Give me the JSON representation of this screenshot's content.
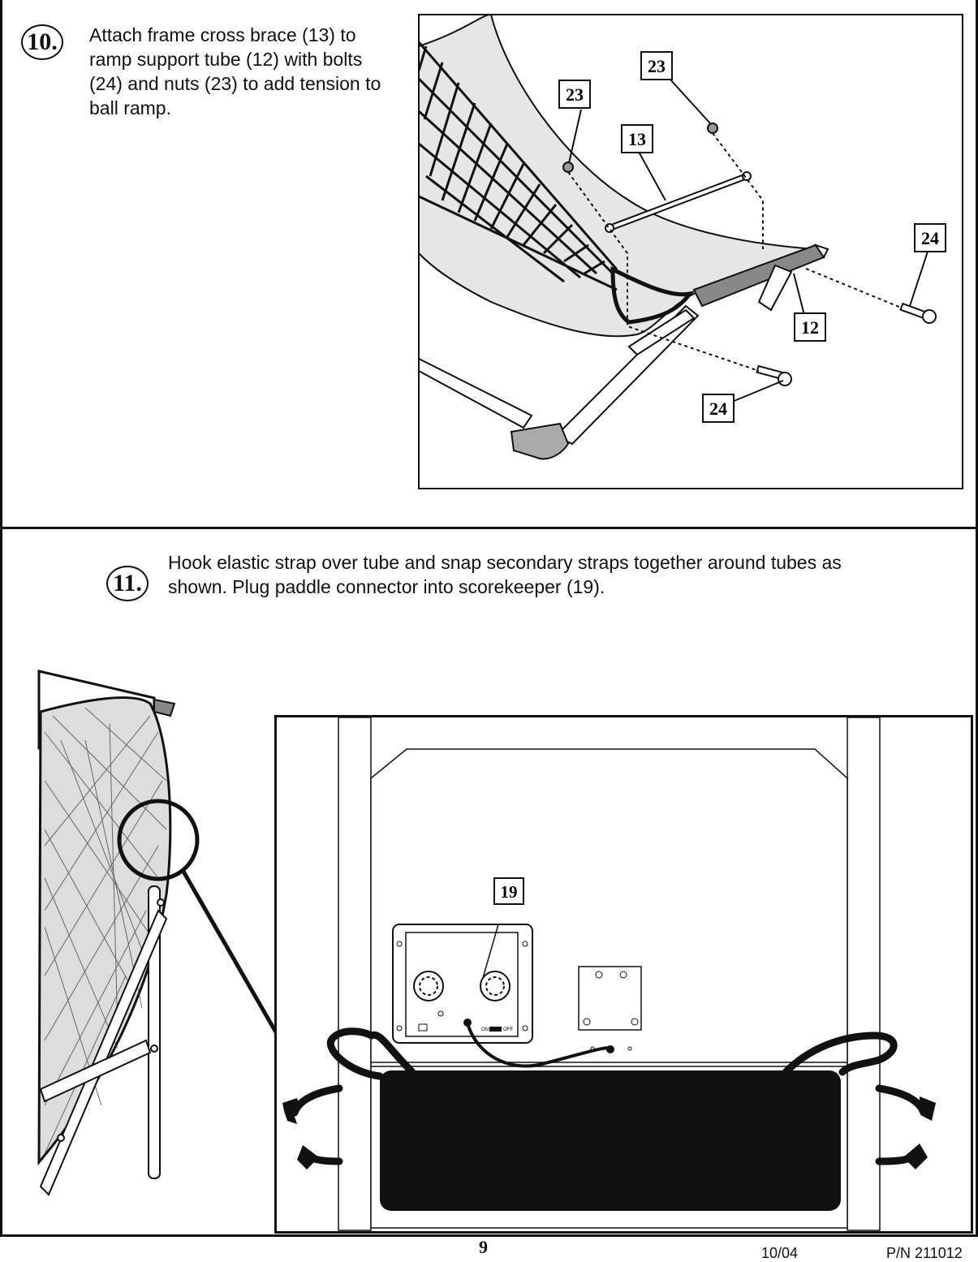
{
  "step10": {
    "number": "10.",
    "text": "Attach frame cross brace (13) to ramp support tube (12) with bolts (24) and nuts (23) to add tension to ball ramp.",
    "callouts": [
      "23",
      "23",
      "13",
      "24",
      "12",
      "24"
    ]
  },
  "step11": {
    "number": "11.",
    "text": "Hook elastic strap over tube and snap secondary straps together around tubes as shown. Plug paddle connector into scorekeeper (19).",
    "callouts": [
      "19"
    ],
    "switch_on": "ON",
    "switch_off": "OFF"
  },
  "footer": {
    "page": "9",
    "date": "10/04",
    "part_number": "P/N 211012"
  }
}
